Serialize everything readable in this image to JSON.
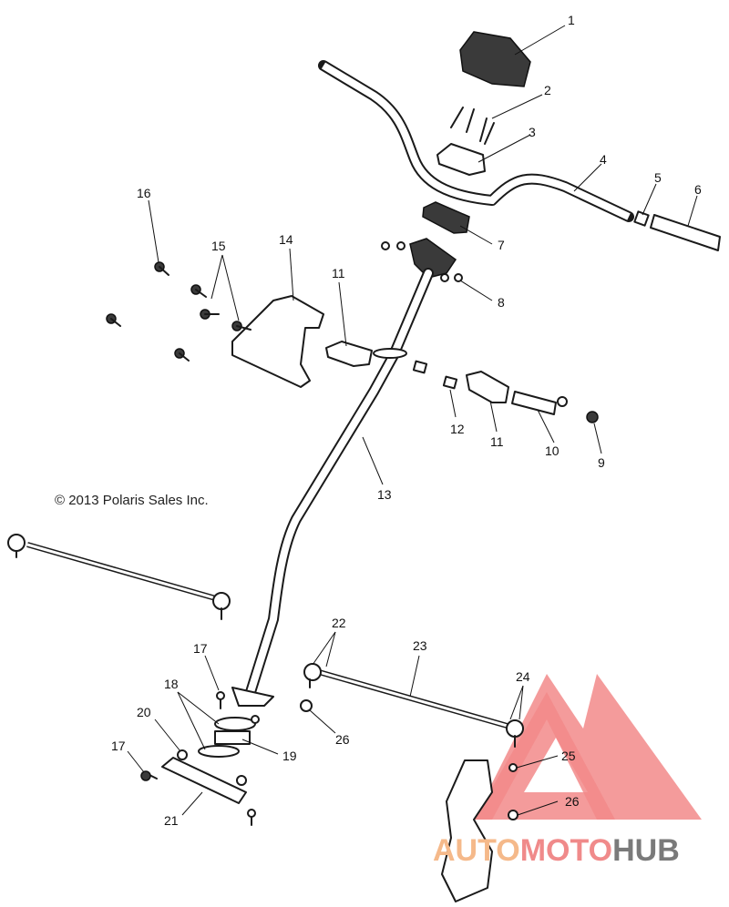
{
  "copyright": "© 2013 Polaris Sales Inc.",
  "callouts": [
    "1",
    "2",
    "3",
    "4",
    "5",
    "6",
    "7",
    "8",
    "9",
    "10",
    "11",
    "11",
    "12",
    "13",
    "14",
    "15",
    "16",
    "17",
    "17",
    "18",
    "19",
    "20",
    "21",
    "22",
    "23",
    "24",
    "25",
    "26",
    "26"
  ],
  "watermark": {
    "part1": "AUTO",
    "part2": "MOTO",
    "part3": "HUB",
    "colors": {
      "auto": "#f5b98a",
      "moto": "#f08a8a",
      "hub": "#7a7a7a",
      "triangle": "#f28a8a"
    }
  }
}
